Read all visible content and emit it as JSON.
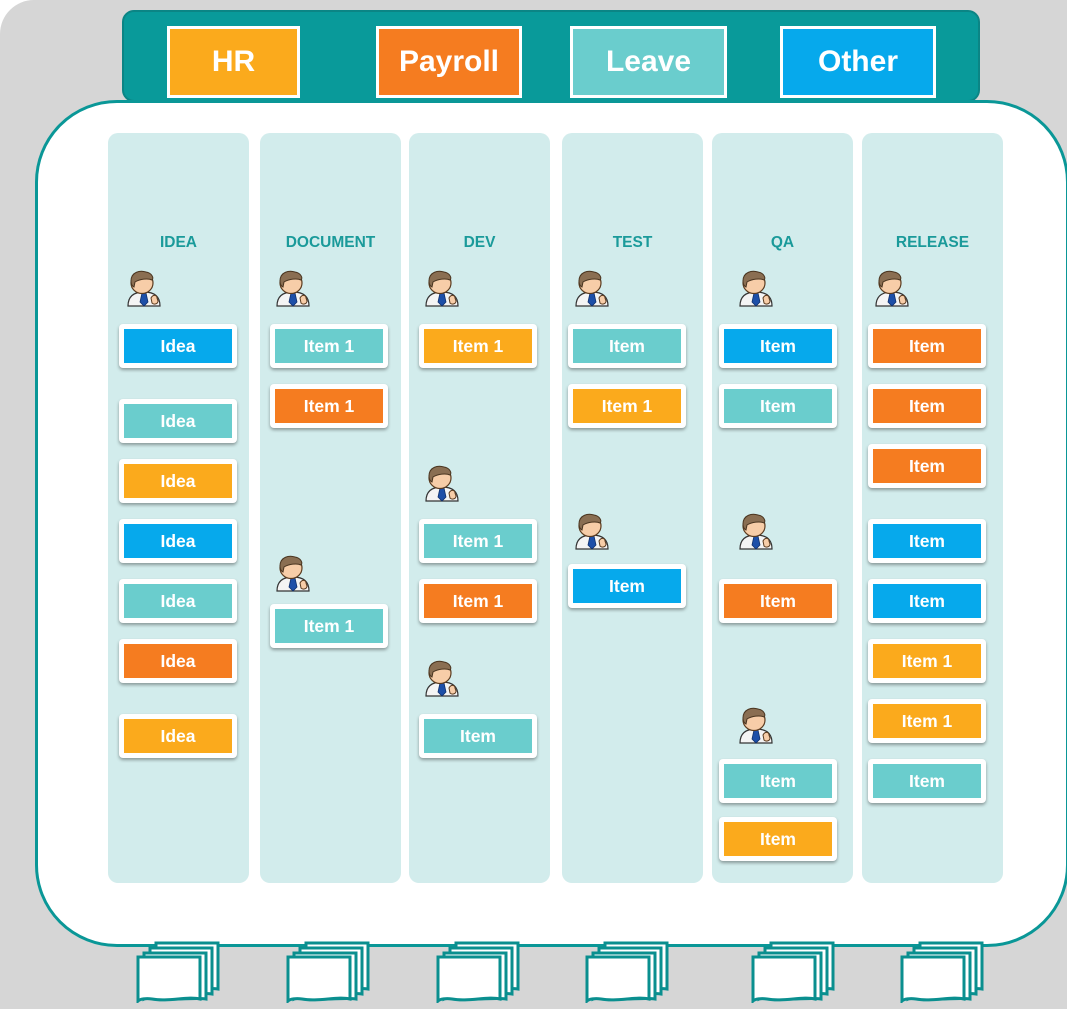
{
  "colors": {
    "orange": "#f57c20",
    "yellow": "#fbaa1c",
    "teal": "#6acdcd",
    "blue": "#06a9ec",
    "frame": "#0a9797",
    "column_title": "#1a9a9a"
  },
  "legend": [
    {
      "label": "HR",
      "color": "yellow"
    },
    {
      "label": "Payroll",
      "color": "orange"
    },
    {
      "label": "Leave",
      "color": "teal"
    },
    {
      "label": "Other",
      "color": "blue"
    }
  ],
  "columns": [
    {
      "title": "IDEA",
      "people": 1,
      "cards": [
        {
          "label": "Idea",
          "color": "blue"
        },
        {
          "label": "Idea",
          "color": "teal"
        },
        {
          "label": "Idea",
          "color": "yellow"
        },
        {
          "label": "Idea",
          "color": "blue"
        },
        {
          "label": "Idea",
          "color": "teal"
        },
        {
          "label": "Idea",
          "color": "orange"
        },
        {
          "label": "Idea",
          "color": "yellow"
        }
      ]
    },
    {
      "title": "DOCUMENT",
      "people": 2,
      "cards": [
        {
          "label": "Item 1",
          "color": "teal"
        },
        {
          "label": "Item 1",
          "color": "orange"
        },
        {
          "label": "Item 1",
          "color": "teal"
        }
      ]
    },
    {
      "title": "DEV",
      "people": 3,
      "cards": [
        {
          "label": "Item 1",
          "color": "yellow"
        },
        {
          "label": "Item 1",
          "color": "teal"
        },
        {
          "label": "Item 1",
          "color": "orange"
        },
        {
          "label": "Item",
          "color": "teal"
        }
      ]
    },
    {
      "title": "TEST",
      "people": 2,
      "cards": [
        {
          "label": "Item",
          "color": "teal"
        },
        {
          "label": "Item 1",
          "color": "yellow"
        },
        {
          "label": "Item",
          "color": "blue"
        }
      ]
    },
    {
      "title": "QA",
      "people": 3,
      "cards": [
        {
          "label": "Item",
          "color": "blue"
        },
        {
          "label": "Item",
          "color": "teal"
        },
        {
          "label": "Item",
          "color": "orange"
        },
        {
          "label": "Item",
          "color": "teal"
        },
        {
          "label": "Item",
          "color": "yellow"
        }
      ]
    },
    {
      "title": "RELEASE",
      "people": 1,
      "cards": [
        {
          "label": "Item",
          "color": "orange"
        },
        {
          "label": "Item",
          "color": "orange"
        },
        {
          "label": "Item",
          "color": "orange"
        },
        {
          "label": "Item",
          "color": "blue"
        },
        {
          "label": "Item",
          "color": "blue"
        },
        {
          "label": "Item 1",
          "color": "yellow"
        },
        {
          "label": "Item 1",
          "color": "yellow"
        },
        {
          "label": "Item",
          "color": "teal"
        }
      ]
    }
  ]
}
